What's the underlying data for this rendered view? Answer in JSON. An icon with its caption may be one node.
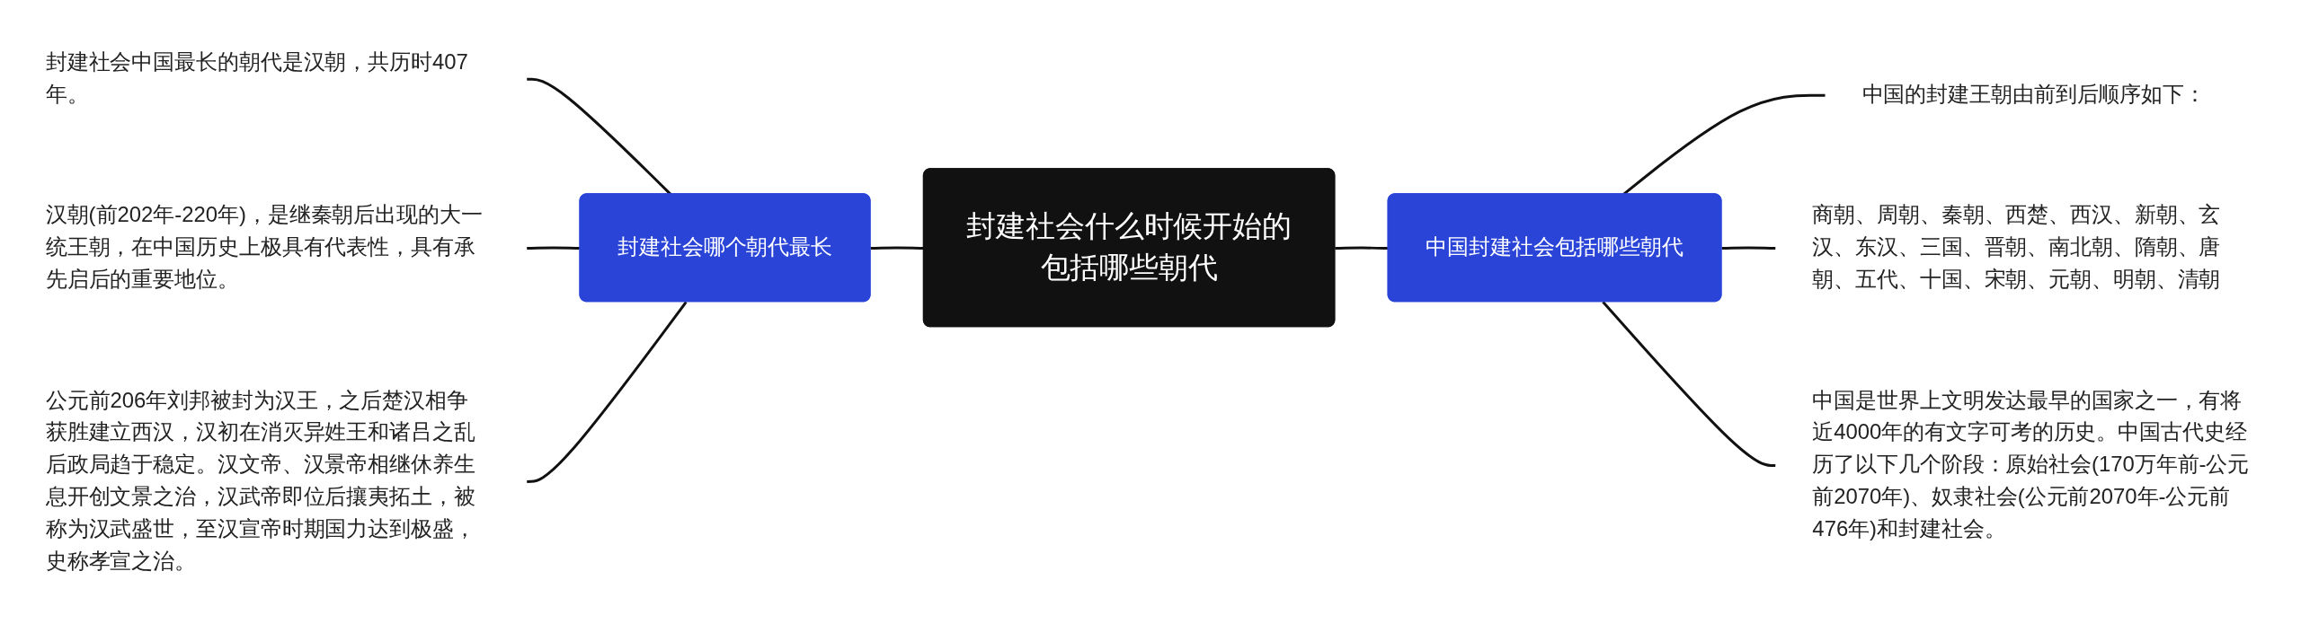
{
  "diagram": {
    "nodes": [
      {
        "text": [
          "封建社会什么时候开始的包括哪些朝代"
        ]
      },
      {
        "text": [
          "封建社会哪个朝代最长"
        ]
      },
      {
        "text": [
          "封建社会中国最长的朝代是汉朝，共历时407年。"
        ]
      },
      {
        "text": [
          "汉朝(前202年-220年)，是继秦朝后出现的大一统王朝，在中国历史上极具有代表性，具有承先启后的重要地位。"
        ]
      },
      {
        "text": [
          "公元前206年刘邦被封为汉王，之后楚汉相争获胜建立西汉，汉初在消灭异姓王和诸吕之乱后政局趋于稳定。汉文帝、汉景帝相继休养生息开创文景之治，汉武帝即位后攘夷拓土，被称为汉武盛世，至汉宣帝时期国力达到极盛，史称孝宣之治。"
        ]
      },
      {
        "text": [
          "中国封建社会包括哪些朝代"
        ]
      },
      {
        "text": [
          "中国的封建王朝由前到后顺序如下："
        ]
      },
      {
        "text": [
          "商朝、周朝、秦朝、西楚、西汉、新朝、玄汉、东汉、三国、晋朝、南北朝、隋朝、唐朝、五代、十国、宋朝、元朝、明朝、清朝"
        ]
      },
      {
        "text": [
          "中国是世界上文明发达最早的国家之一，有将近4000年的有文字可考的历史。中国古代史经历了以下几个阶段：原始社会(170万年前-公元前2070年)、奴隶社会(公元前2070年-公元前476年)和封建社会。"
        ]
      }
    ],
    "edges": [
      {
        "from": 2,
        "to": 1,
        "arrow": "none"
      },
      {
        "from": 3,
        "to": 1,
        "arrow": "none"
      },
      {
        "from": 4,
        "to": 1,
        "arrow": "none"
      },
      {
        "from": 1,
        "to": 0,
        "arrow": "none"
      },
      {
        "from": 0,
        "to": 5,
        "arrow": "none"
      },
      {
        "from": 5,
        "to": 6,
        "arrow": "none"
      },
      {
        "from": 5,
        "to": 7,
        "arrow": "none"
      },
      {
        "from": 5,
        "to": 8,
        "arrow": "none"
      }
    ]
  }
}
